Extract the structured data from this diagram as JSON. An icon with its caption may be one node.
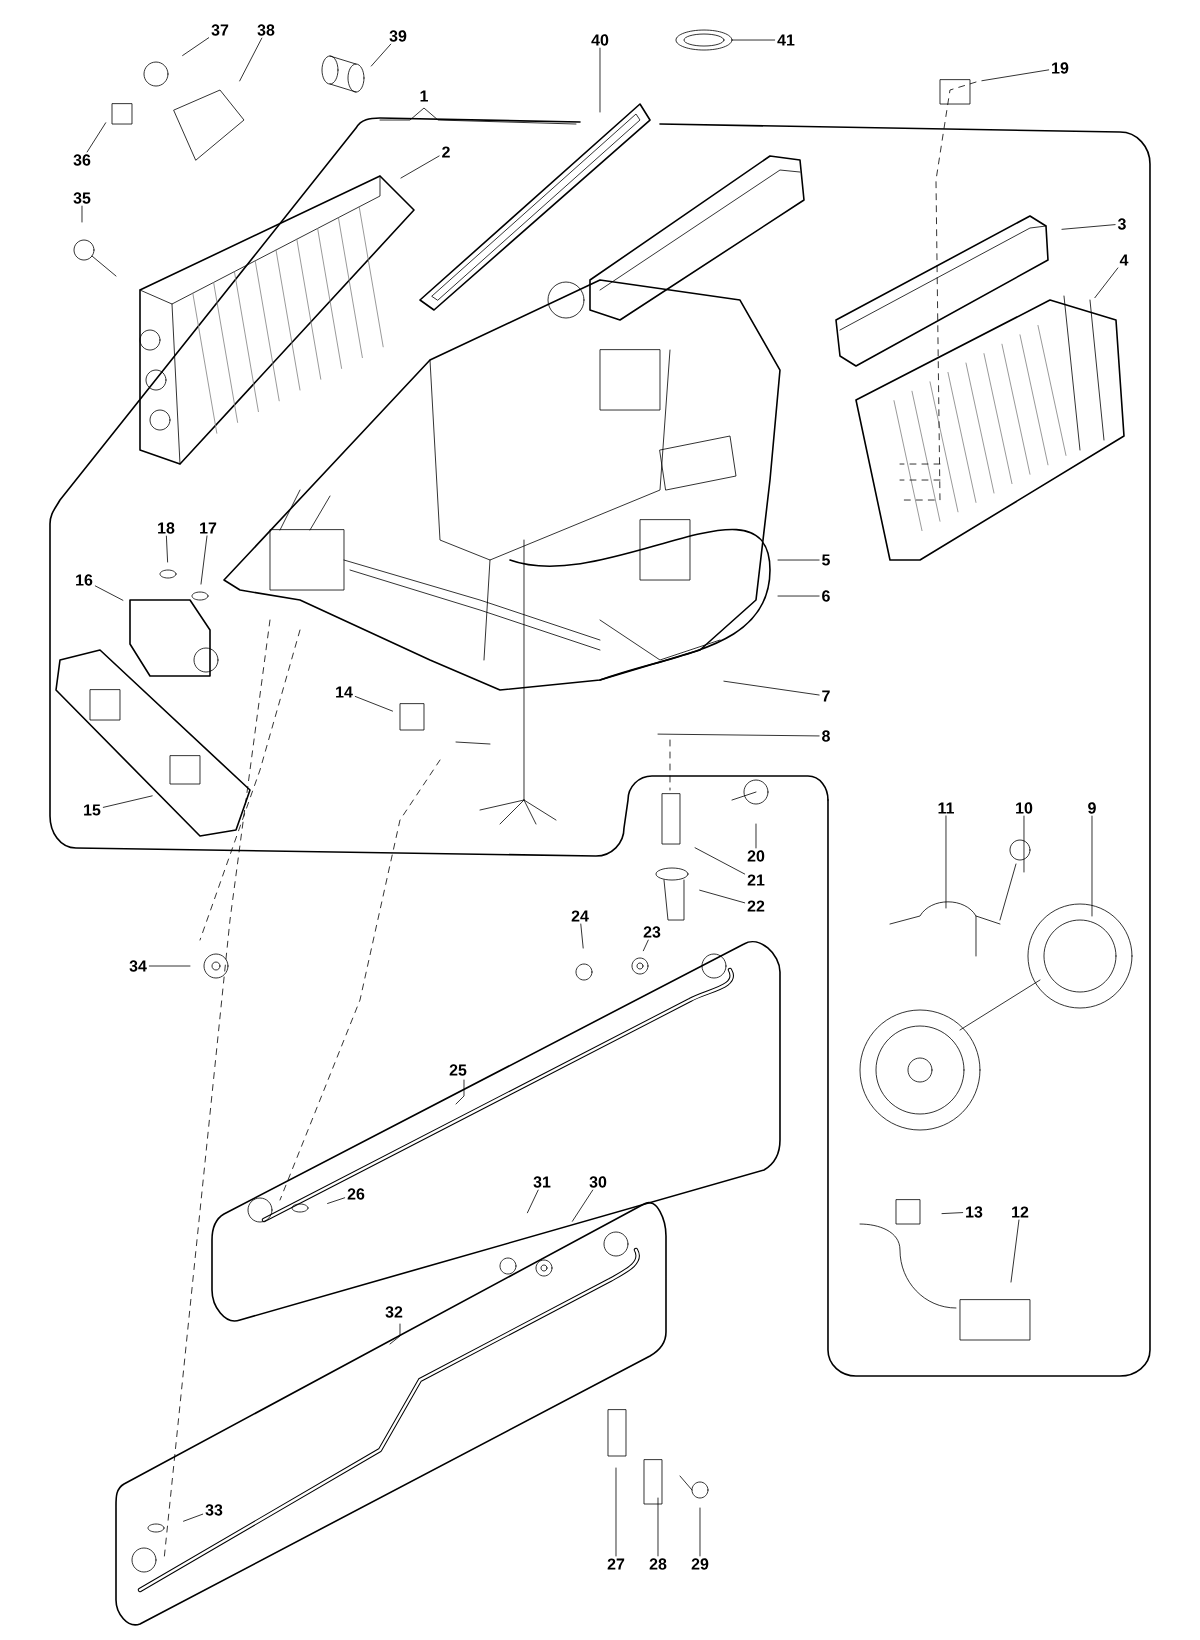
{
  "diagram": {
    "nodes": [
      {
        "text": [
          "1"
        ]
      },
      {
        "text": [
          "2"
        ]
      },
      {
        "text": [
          "3"
        ]
      },
      {
        "text": [
          "4"
        ]
      },
      {
        "text": [
          "5"
        ]
      },
      {
        "text": [
          "6"
        ]
      },
      {
        "text": [
          "7"
        ]
      },
      {
        "text": [
          "8"
        ]
      },
      {
        "text": [
          "9"
        ]
      },
      {
        "text": [
          "10"
        ]
      },
      {
        "text": [
          "11"
        ]
      },
      {
        "text": [
          "12"
        ]
      },
      {
        "text": [
          "13"
        ]
      },
      {
        "text": [
          "14"
        ]
      },
      {
        "text": [
          "15"
        ]
      },
      {
        "text": [
          "16"
        ]
      },
      {
        "text": [
          "17"
        ]
      },
      {
        "text": [
          "18"
        ]
      },
      {
        "text": [
          "19"
        ]
      },
      {
        "text": [
          "20"
        ]
      },
      {
        "text": [
          "21"
        ]
      },
      {
        "text": [
          "22"
        ]
      },
      {
        "text": [
          "23"
        ]
      },
      {
        "text": [
          "24"
        ]
      },
      {
        "text": [
          "25"
        ]
      },
      {
        "text": [
          "26"
        ]
      },
      {
        "text": [
          "27"
        ]
      },
      {
        "text": [
          "28"
        ]
      },
      {
        "text": [
          "29"
        ]
      },
      {
        "text": [
          "30"
        ]
      },
      {
        "text": [
          "31"
        ]
      },
      {
        "text": [
          "32"
        ]
      },
      {
        "text": [
          "33"
        ]
      },
      {
        "text": [
          "34"
        ]
      },
      {
        "text": [
          "35"
        ]
      },
      {
        "text": [
          "36"
        ]
      },
      {
        "text": [
          "37"
        ]
      },
      {
        "text": [
          "38"
        ]
      },
      {
        "text": [
          "39"
        ]
      },
      {
        "text": [
          "40"
        ]
      },
      {
        "text": [
          "41"
        ]
      }
    ],
    "edges": [
      {
        "from": 1,
        "to": null,
        "arrow": "none"
      },
      {
        "from": 2,
        "to": null,
        "arrow": "none"
      },
      {
        "from": 3,
        "to": null,
        "arrow": "none"
      },
      {
        "from": 4,
        "to": null,
        "arrow": "none"
      },
      {
        "from": 5,
        "to": null,
        "arrow": "none"
      },
      {
        "from": 6,
        "to": null,
        "arrow": "none"
      },
      {
        "from": 7,
        "to": null,
        "arrow": "none"
      },
      {
        "from": 8,
        "to": null,
        "arrow": "none"
      },
      {
        "from": 9,
        "to": null,
        "arrow": "none"
      },
      {
        "from": 10,
        "to": null,
        "arrow": "none"
      },
      {
        "from": 11,
        "to": null,
        "arrow": "none"
      },
      {
        "from": 12,
        "to": null,
        "arrow": "none"
      },
      {
        "from": 13,
        "to": null,
        "arrow": "none"
      },
      {
        "from": 14,
        "to": null,
        "arrow": "none"
      },
      {
        "from": 15,
        "to": null,
        "arrow": "none"
      },
      {
        "from": 16,
        "to": null,
        "arrow": "none"
      },
      {
        "from": 17,
        "to": null,
        "arrow": "none"
      },
      {
        "from": 18,
        "to": null,
        "arrow": "none"
      },
      {
        "from": 19,
        "to": null,
        "arrow": "none"
      },
      {
        "from": 20,
        "to": null,
        "arrow": "none"
      },
      {
        "from": 21,
        "to": null,
        "arrow": "none"
      },
      {
        "from": 22,
        "to": null,
        "arrow": "none"
      },
      {
        "from": 23,
        "to": null,
        "arrow": "none"
      },
      {
        "from": 25,
        "to": null,
        "arrow": "none"
      },
      {
        "from": 26,
        "to": null,
        "arrow": "none"
      },
      {
        "from": 27,
        "to": null,
        "arrow": "none"
      },
      {
        "from": 28,
        "to": null,
        "arrow": "none"
      },
      {
        "from": 29,
        "to": null,
        "arrow": "none"
      },
      {
        "from": 30,
        "to": null,
        "arrow": "none"
      },
      {
        "from": 32,
        "to": null,
        "arrow": "none"
      },
      {
        "from": 33,
        "to": null,
        "arrow": "none"
      },
      {
        "from": 34,
        "to": null,
        "arrow": "none"
      },
      {
        "from": 35,
        "to": null,
        "arrow": "none"
      },
      {
        "from": 36,
        "to": null,
        "arrow": "none"
      },
      {
        "from": 37,
        "to": null,
        "arrow": "none"
      },
      {
        "from": 38,
        "to": null,
        "arrow": "none"
      },
      {
        "from": 39,
        "to": null,
        "arrow": "none"
      },
      {
        "from": 40,
        "to": null,
        "arrow": "none"
      }
    ]
  }
}
